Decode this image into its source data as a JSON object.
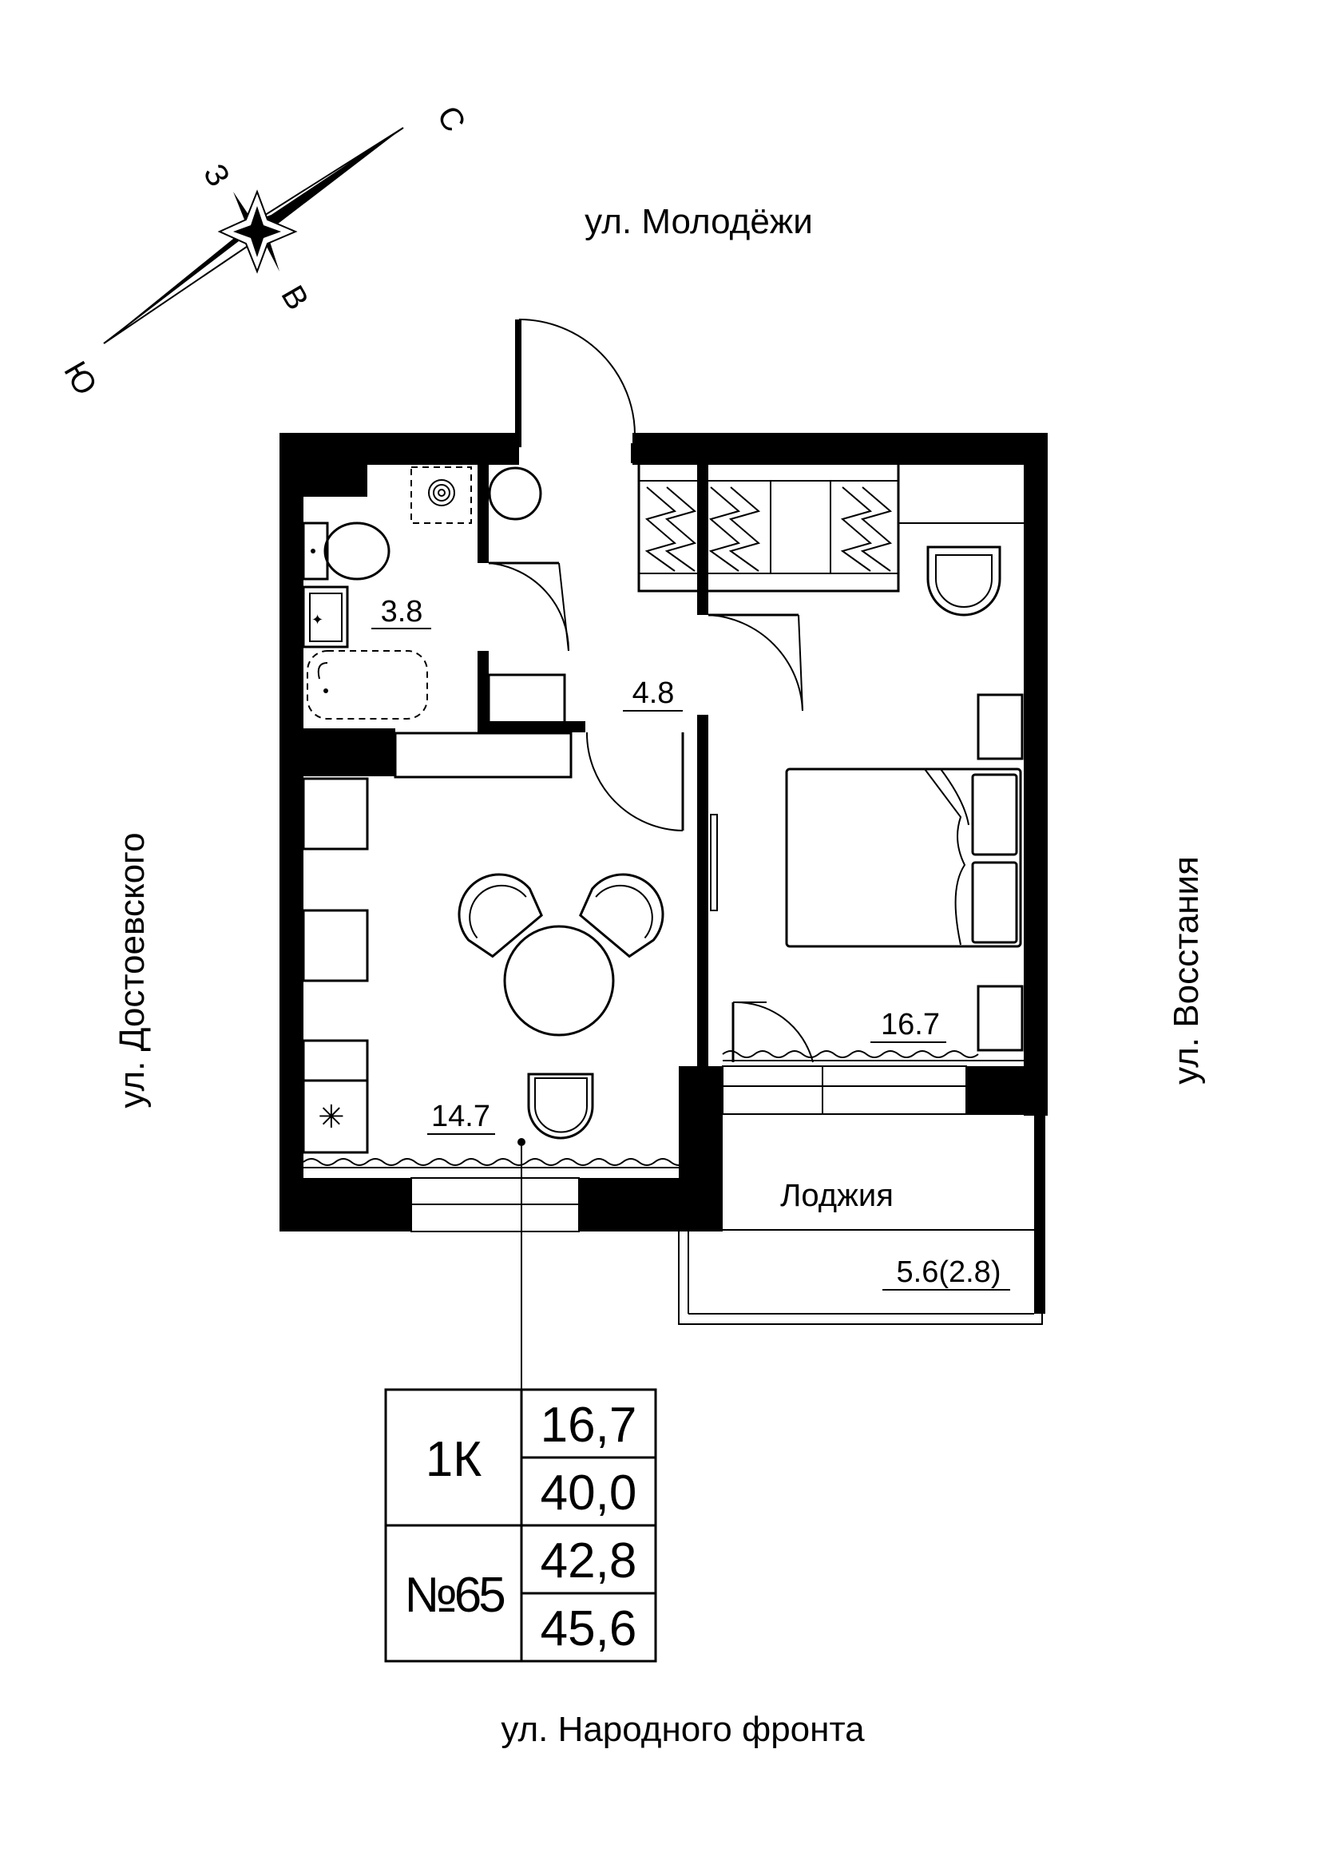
{
  "streets": {
    "north": "ул. Молодёжи",
    "south": "ул. Народного фронта",
    "west": "ул. Достоевского",
    "east": "ул. Восстания"
  },
  "compass": {
    "north": "С",
    "south": "Ю",
    "west": "З",
    "east": "В"
  },
  "rooms": {
    "bathroom_area": "3.8",
    "hall_area": "4.8",
    "kitchen_area": "14.7",
    "bedroom_area": "16.7",
    "loggia_label": "Лоджия",
    "loggia_area": "5.6(2.8)"
  },
  "summary": {
    "type": "1К",
    "number": "№65",
    "values": [
      "16,7",
      "40,0",
      "42,8",
      "45,6"
    ]
  }
}
